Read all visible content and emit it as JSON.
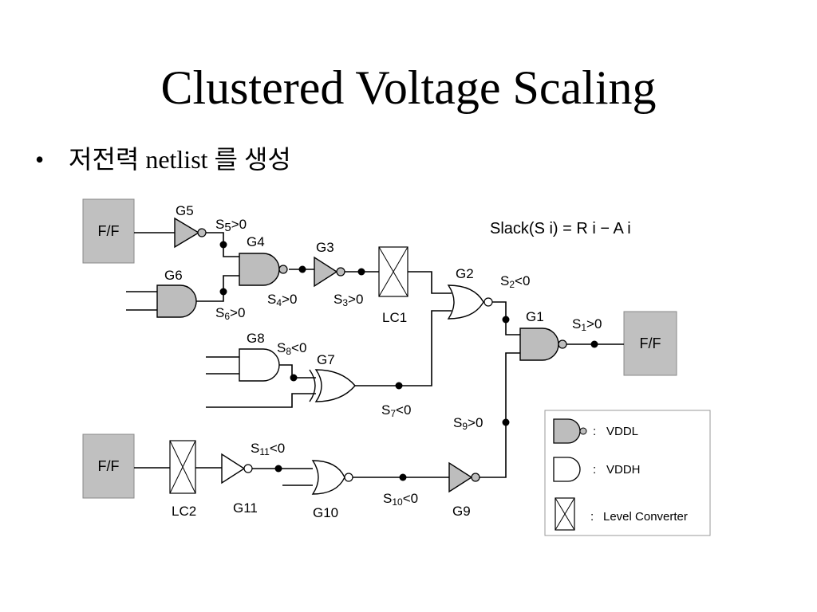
{
  "slide": {
    "title": "Clustered Voltage Scaling",
    "bullet_symbol": "•",
    "bullet_text": "저전력 netlist 를 생성"
  },
  "diagram": {
    "formula": "Slack(S i) = R i − A i",
    "flipflop_label": "F/F",
    "gates": {
      "g1": "G1",
      "g2": "G2",
      "g3": "G3",
      "g4": "G4",
      "g5": "G5",
      "g6": "G6",
      "g7": "G7",
      "g8": "G8",
      "g9": "G9",
      "g10": "G10",
      "g11": "G11"
    },
    "converters": {
      "lc1": "LC1",
      "lc2": "LC2"
    },
    "slacks": {
      "s1": {
        "base": "S",
        "sub": "1",
        "rel": ">0"
      },
      "s2": {
        "base": "S",
        "sub": "2",
        "rel": "<0"
      },
      "s3": {
        "base": "S",
        "sub": "3",
        "rel": ">0"
      },
      "s4": {
        "base": "S",
        "sub": "4",
        "rel": ">0"
      },
      "s5": {
        "base": "S",
        "sub": "5",
        "rel": ">0"
      },
      "s6": {
        "base": "S",
        "sub": "6",
        "rel": ">0"
      },
      "s7": {
        "base": "S",
        "sub": "7",
        "rel": "<0"
      },
      "s8": {
        "base": "S",
        "sub": "8",
        "rel": "<0"
      },
      "s9": {
        "base": "S",
        "sub": "9",
        "rel": ">0"
      },
      "s10": {
        "base": "S",
        "sub": "10",
        "rel": "<0"
      },
      "s11": {
        "base": "S",
        "sub": "11",
        "rel": "<0"
      }
    },
    "legend": {
      "vddl_sep": ":",
      "vddl": "VDDL",
      "vddh_sep": ":",
      "vddh": "VDDH",
      "lc_sep": ":",
      "lc": "Level Converter"
    },
    "colors": {
      "low_voltage_fill": "#bdbdbd",
      "flipflop_fill": "#c0c0c0",
      "stroke": "#000000"
    }
  }
}
